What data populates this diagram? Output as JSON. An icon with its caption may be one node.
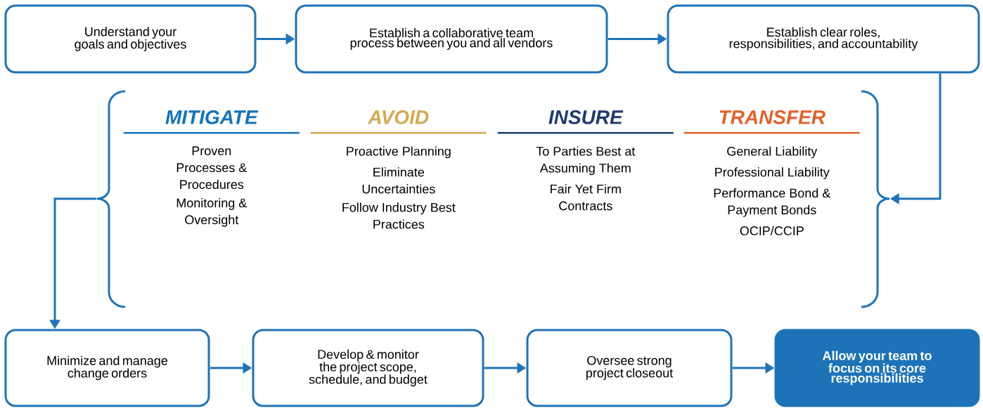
{
  "diagram": {
    "nodes": [
      {
        "text": [
          "Understand your goals and objectives"
        ]
      },
      {
        "text": [
          "Establish a collaborative team process between you and all vendors"
        ]
      },
      {
        "text": [
          "Establish clear roles, responsibilities, and accountability"
        ]
      },
      {
        "text": [],
        "shape": "bracket"
      },
      {
        "text": [
          "MITIGATE",
          "Proven Processes & Procedures",
          "Monitoring & Oversight"
        ],
        "in": 3
      },
      {
        "text": [
          "AVOID",
          "Proactive Planning",
          "Eliminate Uncertainties",
          "Follow Industry Best Practices"
        ],
        "in": 3
      },
      {
        "text": [
          "INSURE",
          "To Parties Best at Assuming Them",
          "Fair Yet Firm Contracts"
        ],
        "in": 3
      },
      {
        "text": [
          "TRANSFER",
          "General Liability",
          "Professional Liability",
          "Performance Bond & Payment Bonds",
          "OCIP/CCIP"
        ],
        "in": 3
      },
      {
        "text": [
          "Minimize and manage change orders"
        ]
      },
      {
        "text": [
          "Develop & monitor the project scope, schedule, and budget"
        ]
      },
      {
        "text": [
          "Oversee strong project closeout"
        ]
      },
      {
        "text": [
          "Allow your team to focus on its core responsibilities"
        ]
      }
    ],
    "edges": [
      {
        "from": 0,
        "to": 1,
        "arrow": "to"
      },
      {
        "from": 1,
        "to": 2,
        "arrow": "to"
      },
      {
        "from": 2,
        "to": 3,
        "arrow": "to"
      },
      {
        "from": 3,
        "to": 8,
        "arrow": "to"
      },
      {
        "from": 8,
        "to": 9,
        "arrow": "to"
      },
      {
        "from": 9,
        "to": 10,
        "arrow": "to"
      },
      {
        "from": 10,
        "to": 11,
        "arrow": "to"
      }
    ]
  }
}
